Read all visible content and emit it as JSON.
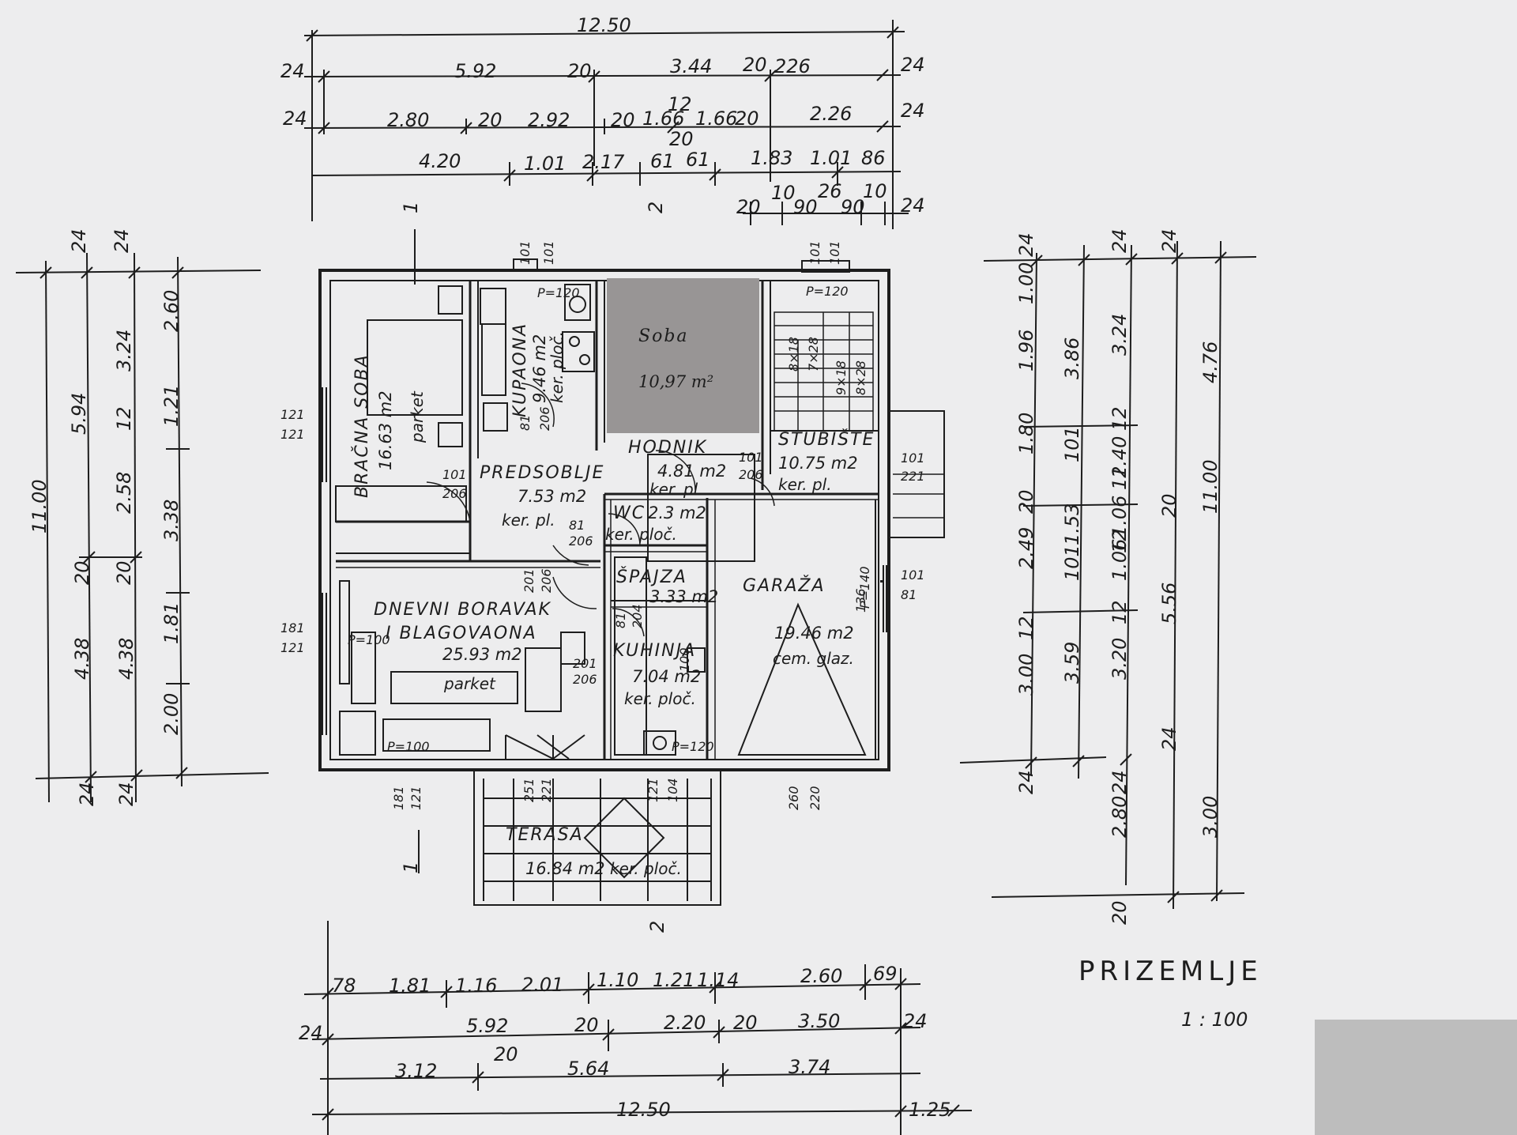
{
  "title": "PRIZEMLJE",
  "scale": "1 : 100",
  "colors": {
    "paper": "#ededee",
    "ink": "#1d1d1d",
    "highlight_room": "#989595",
    "corner_patch": "#bdbdbd"
  },
  "rooms": [
    {
      "id": "bracna-soba",
      "name": "BRAČNA SOBA",
      "area": "16.63 m2",
      "finish": "parket"
    },
    {
      "id": "kupaona",
      "name": "KUPAONA",
      "area": "9.46 m2",
      "finish": "ker. ploč."
    },
    {
      "id": "soba",
      "name": "Soba",
      "area": "10,97 m²",
      "finish": ""
    },
    {
      "id": "stubiste",
      "name": "STUBIŠTE",
      "area": "10.75 m2",
      "finish": "ker. pl."
    },
    {
      "id": "predsoblje",
      "name": "PREDSOBLJE",
      "area": "7.53 m2",
      "finish": "ker. pl."
    },
    {
      "id": "hodnik",
      "name": "HODNIK",
      "area": "4.81 m2",
      "finish": "ker. pl."
    },
    {
      "id": "wc",
      "name": "WC",
      "area": "2.3 m2",
      "finish": "ker. ploč."
    },
    {
      "id": "spajza",
      "name": "ŠPAJZA",
      "area": "3.33 m2",
      "finish": ""
    },
    {
      "id": "kuhinja",
      "name": "KUHINJA",
      "area": "7.04 m2",
      "finish": "ker. ploč."
    },
    {
      "id": "garaza",
      "name": "GARAŽA",
      "area": "19.46 m2",
      "finish": "cem. glaz."
    },
    {
      "id": "dnevni",
      "name": "DNEVNI BORAVAK",
      "name2": "I BLAGOVAONA",
      "area": "25.93 m2",
      "finish": "parket"
    },
    {
      "id": "terasa",
      "name": "TERASA",
      "area": "16.84 m2",
      "finish": "ker. ploč."
    }
  ],
  "dims": {
    "top": {
      "total": "12.50",
      "row1": [
        "24",
        "5.92",
        "20",
        "3.44",
        "20",
        "226",
        "24"
      ],
      "row2": [
        "24",
        "2.80",
        "20",
        "2.92",
        "20",
        "1.66",
        "12",
        "20",
        "1.66",
        "20",
        "2.26",
        "24"
      ],
      "row3": [
        "4.20",
        "1.01",
        "2.17",
        "61",
        "61",
        "1.83",
        "1.01",
        "86"
      ],
      "row4": [
        "20",
        "10",
        "90",
        "26",
        "90",
        "10",
        "24"
      ]
    },
    "bottom": {
      "row1": [
        "78",
        "1.81",
        "1.16",
        "2.01",
        "1.10",
        "1.21",
        "1.14",
        "2.60",
        "69"
      ],
      "row2": [
        "24",
        "5.92",
        "20",
        "2.20",
        "20",
        "3.50",
        "24"
      ],
      "row3": [
        "3.12",
        "20",
        "5.64",
        "3.74"
      ],
      "total": "12.50",
      "extra": "1.25"
    },
    "left": {
      "total": "11.00",
      "col2": [
        "24",
        "5.94",
        "20",
        "4.38",
        "24"
      ],
      "col3": [
        "24",
        "3.24",
        "12",
        "2.58",
        "20",
        "4.38",
        "24"
      ],
      "col4": [
        "2.60",
        "1.21",
        "3.38",
        "1.81",
        "2.00"
      ]
    },
    "right": {
      "col1": [
        "24",
        "1.00",
        "1.96",
        "1.80",
        "20",
        "2.49",
        "12",
        "3.00",
        "24"
      ],
      "col2": [
        "3.86",
        "101",
        "1.53",
        "101",
        "3.59"
      ],
      "col3": [
        "24",
        "3.24",
        "12",
        "1.40",
        "12",
        "1.06",
        "12",
        "1.06",
        "12",
        "3.20",
        "24",
        "2.80",
        "20"
      ],
      "col4": [
        "24",
        "4.76",
        "20",
        "5.56",
        "24"
      ],
      "col5": [
        "11.00",
        "3.00"
      ]
    },
    "openings": {
      "bracna_window": [
        "121",
        "121"
      ],
      "dnevni_window": [
        "181",
        "121"
      ],
      "kupaona_top": [
        "101",
        "101"
      ],
      "stubiste_top": [
        "101",
        "101"
      ],
      "garaza_right": [
        "101",
        "81"
      ],
      "stubiste_right": [
        "101",
        "221"
      ],
      "garaza_door": [
        "260",
        "220"
      ],
      "dnevni_door_bottom": [
        "181",
        "121"
      ],
      "terasa_door1": [
        "251",
        "221"
      ],
      "terasa_door2": [
        "121",
        "104"
      ],
      "predsoblje_door": [
        "101",
        "206"
      ],
      "hodnik_door": [
        "101",
        "206"
      ],
      "wc_door": [
        "81",
        "206"
      ],
      "kupaona_door": [
        "81",
        "206"
      ],
      "dnevni_door": [
        "201",
        "206"
      ],
      "kuhinja_door": [
        "201",
        "206"
      ],
      "spajza_door": [
        "81",
        "204"
      ],
      "kuhinja_right": [
        "100",
        "136"
      ]
    },
    "parapets": [
      "P=120",
      "P=120",
      "P=100",
      "P=100",
      "P=120",
      "P=140"
    ],
    "stairs": [
      "8×18",
      "7×28",
      "9×18",
      "8×28"
    ]
  },
  "sections": {
    "a": "1",
    "b": "2"
  }
}
